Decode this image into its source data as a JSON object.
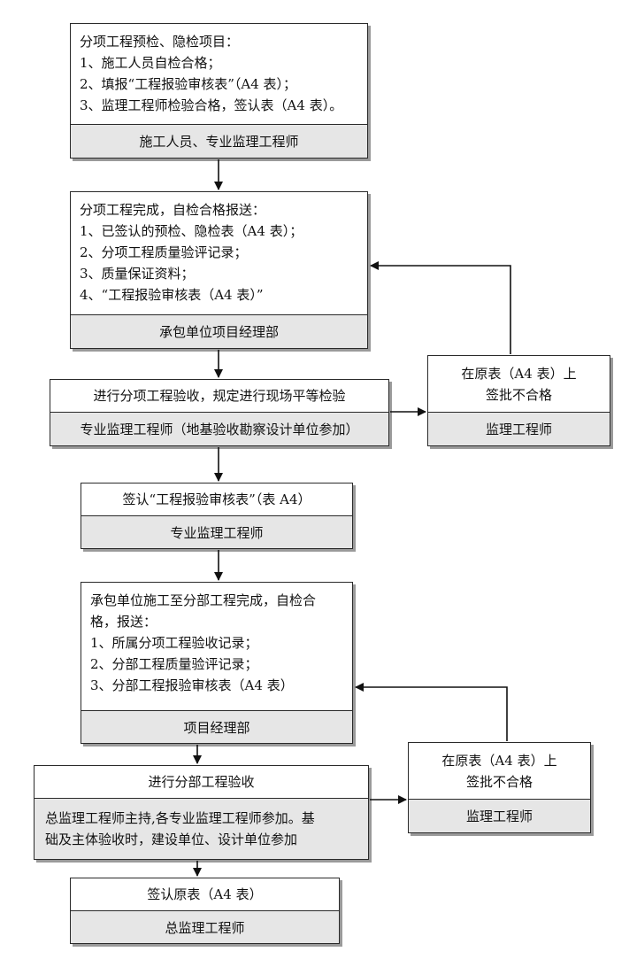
{
  "box1": {
    "lines": [
      "分项工程预检、隐检项目：",
      "1、施工人员自检合格；",
      "2、填报“工程报验审核表”（A4 表）；",
      "3、监理工程师检验合格，签认表（A4 表）。"
    ],
    "footer": "施工人员、专业监理工程师"
  },
  "box2": {
    "lines": [
      "分项工程完成，自检合格报送：",
      "1、已签认的预检、隐检表（A4 表）；",
      "2、分项工程质量验评记录；",
      "3、质量保证资料；",
      "4、“工程报验审核表（A4 表）”"
    ],
    "footer": "承包单位项目经理部"
  },
  "box3": {
    "line": "进行分项工程验收，规定进行现场平等检验",
    "footer": "专业监理工程师（地基验收勘察设计单位参加）"
  },
  "reject1": {
    "lines": [
      "在原表（A4 表）上",
      "签批不合格"
    ],
    "footer": "监理工程师"
  },
  "box4": {
    "line": "签认“工程报验审核表”（表 A4）",
    "footer": "专业监理工程师"
  },
  "box5": {
    "lines": [
      "承包单位施工至分部工程完成，自检合",
      "格，报送：",
      "1、所属分项工程验收记录；",
      "2、分部工程质量验评记录；",
      "3、分部工程报验审核表（A4 表）"
    ],
    "footer": "项目经理部"
  },
  "box6": {
    "line": "进行分部工程验收",
    "footer_lines": [
      "总监理工程师主持,各专业监理工程师参加。基",
      "础及主体验收时，建设单位、设计单位参加"
    ]
  },
  "reject2": {
    "lines": [
      "在原表（A4 表）上",
      "签批不合格"
    ],
    "footer": "监理工程师"
  },
  "box7": {
    "line": "签认原表（A4 表）",
    "footer": "总监理工程师"
  }
}
